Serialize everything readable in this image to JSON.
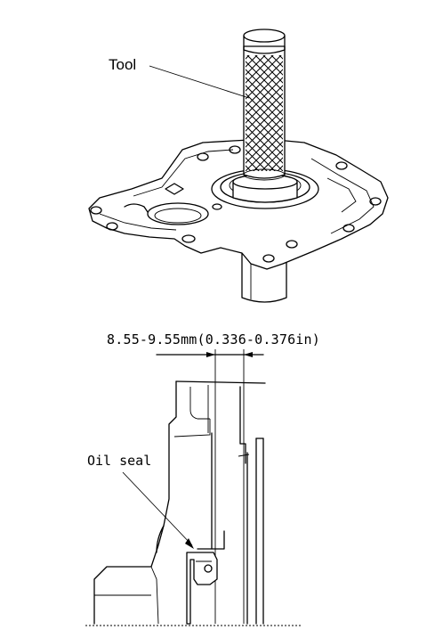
{
  "top_figure": {
    "tool_label": "Tool"
  },
  "bottom_figure": {
    "dimension_label": "8.55-9.55mm(0.336-0.376in)",
    "oil_seal_label": "Oil seal"
  }
}
